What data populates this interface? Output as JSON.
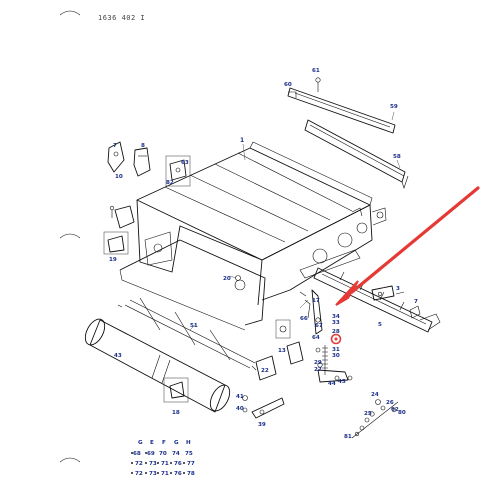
{
  "document": {
    "code": "1636 402 I"
  },
  "parts": {
    "p1": "1",
    "p3": "3",
    "p5": "5",
    "p7": "7",
    "p8": "8",
    "p10": "10",
    "p13": "13",
    "p17": "17",
    "p18": "18",
    "p19": "19",
    "p20": "20",
    "p22": "22",
    "p24": "24",
    "p25": "25",
    "p26": "26",
    "p27": "27",
    "p28": "28",
    "p29": "29",
    "p30": "30",
    "p31": "31",
    "p33": "33",
    "p34": "34",
    "p39": "39",
    "p40": "40",
    "p41": "41",
    "p43": "43",
    "p44": "44",
    "p45": "45",
    "p51": "51",
    "p58": "58",
    "p59": "59",
    "p60": "60",
    "p61": "61",
    "p62": "62",
    "p63": "63",
    "p64": "64",
    "p65": "65",
    "p66": "66",
    "p67": "67",
    "p80": "80",
    "p81": "81",
    "p82": "82"
  },
  "legend": {
    "cols": [
      "G",
      "E",
      "F",
      "G",
      "H"
    ],
    "row1": [
      "68",
      "69",
      "70",
      "74",
      "75"
    ],
    "row2": [
      "72",
      "73",
      "71",
      "76",
      "77"
    ],
    "row3": [
      "72",
      "73",
      "71",
      "76",
      "78"
    ]
  },
  "colors": {
    "arrow": "#e53935",
    "labels": "#1a2f8a",
    "lines": "#111111",
    "highlight": "#e53935"
  }
}
